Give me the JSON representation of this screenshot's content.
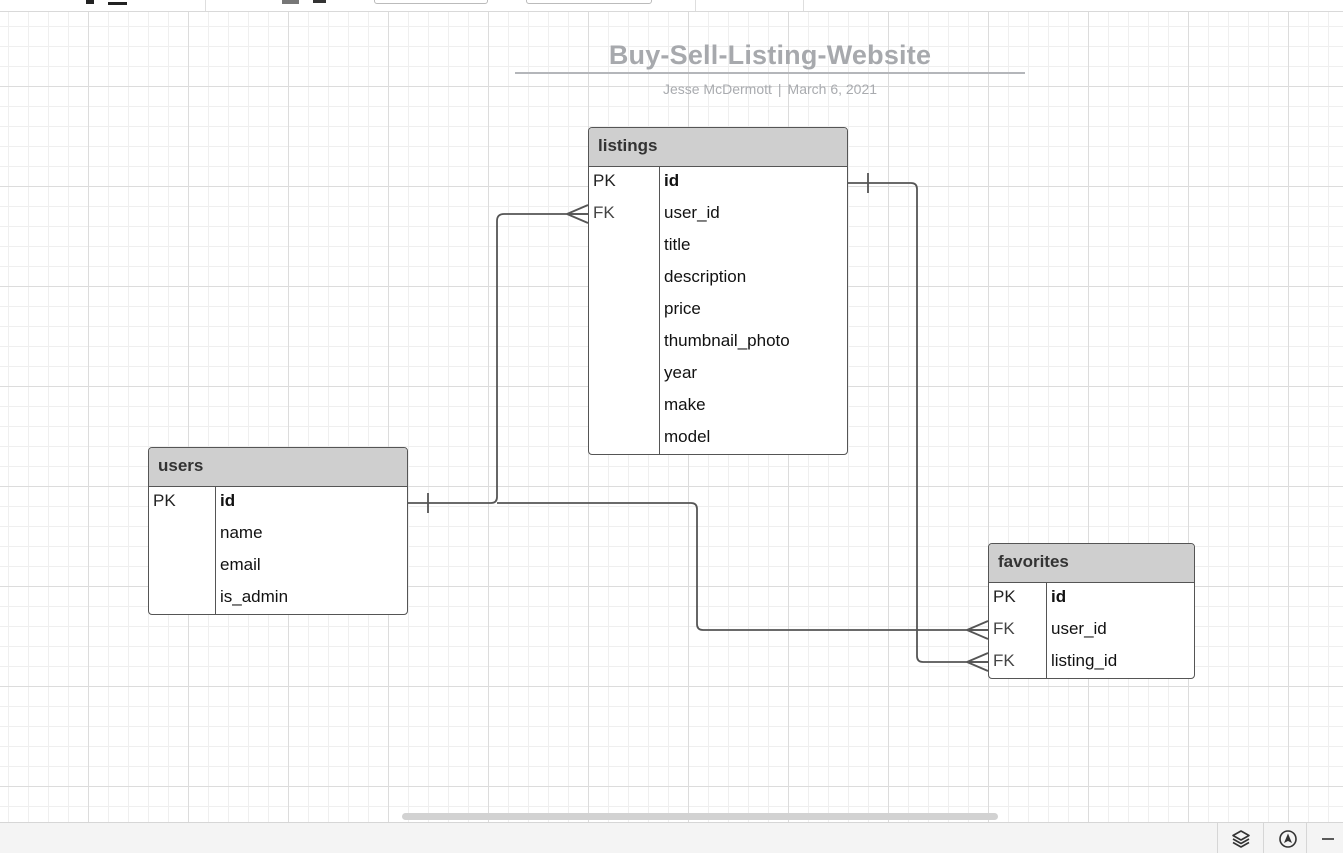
{
  "diagram": {
    "title": "Buy-Sell-Listing-Website",
    "author": "Jesse McDermott",
    "separator": "|",
    "date": "March 6, 2021"
  },
  "entities": {
    "listings": {
      "name": "listings",
      "rows": [
        {
          "key": "PK",
          "field": "id"
        },
        {
          "key": "FK",
          "field": "user_id"
        },
        {
          "key": "",
          "field": "title"
        },
        {
          "key": "",
          "field": "description"
        },
        {
          "key": "",
          "field": "price"
        },
        {
          "key": "",
          "field": "thumbnail_photo"
        },
        {
          "key": "",
          "field": "year"
        },
        {
          "key": "",
          "field": "make"
        },
        {
          "key": "",
          "field": "model"
        }
      ]
    },
    "users": {
      "name": "users",
      "rows": [
        {
          "key": "PK",
          "field": "id"
        },
        {
          "key": "",
          "field": "name"
        },
        {
          "key": "",
          "field": "email"
        },
        {
          "key": "",
          "field": "is_admin"
        }
      ]
    },
    "favorites": {
      "name": "favorites",
      "rows": [
        {
          "key": "PK",
          "field": "id"
        },
        {
          "key": "FK",
          "field": "user_id"
        },
        {
          "key": "FK",
          "field": "listing_id"
        }
      ]
    }
  },
  "relationships": [
    {
      "from": "users.id",
      "to": "listings.user_id",
      "from_end": "one",
      "to_end": "many"
    },
    {
      "from": "users.id",
      "to": "favorites.user_id",
      "from_end": "one",
      "to_end": "many"
    },
    {
      "from": "listings.id",
      "to": "favorites.listing_id",
      "from_end": "one",
      "to_end": "many"
    }
  ],
  "colors": {
    "title": "#a7a9ad",
    "header_fill": "#cfcfcf",
    "border": "#555555",
    "connector": "#555555",
    "grid_major": "#dcdcdc",
    "grid_minor": "#efefef"
  },
  "bottombar": {
    "icons": [
      "layers-icon",
      "navigate-icon",
      "minus-icon"
    ]
  }
}
